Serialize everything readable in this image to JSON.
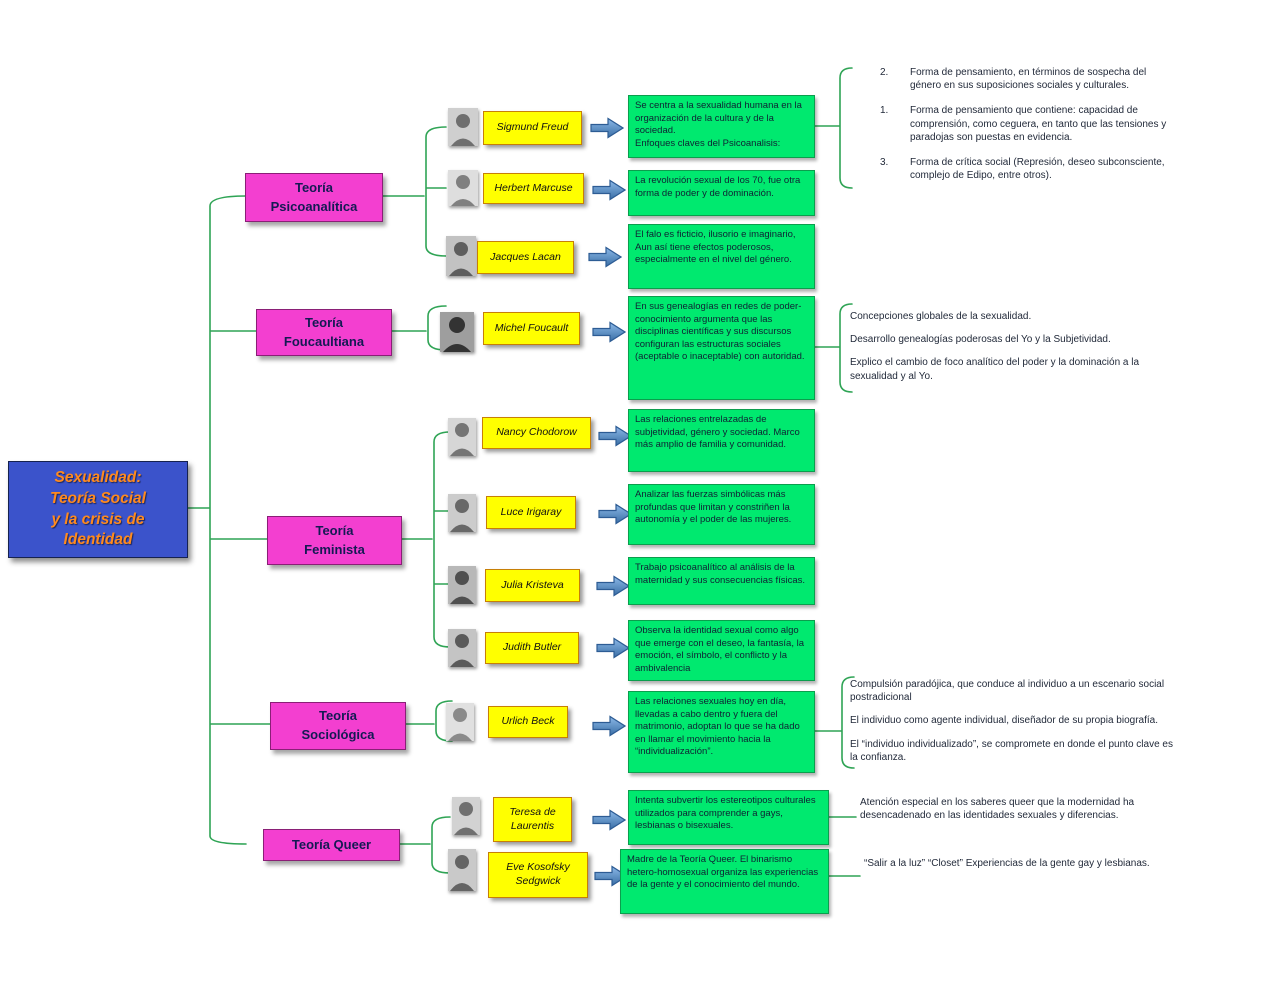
{
  "root": {
    "title": "Sexualidad:\nTeoría Social\ny la crisis de\nIdentidad"
  },
  "theories": {
    "psico": "Teoría\nPsicoanalítica",
    "foucaultiana": "Teoría\nFoucaultiana",
    "feminista": "Teoría\nFeminista",
    "sociologica": "Teoría\nSociológica",
    "queer": "Teoría Queer"
  },
  "people": {
    "freud": {
      "name": "Sigmund Freud",
      "desc": "Se centra a la sexualidad humana en la organización de la cultura y de la sociedad.\nEnfoques claves del Psicoanalisis:"
    },
    "marcuse": {
      "name": "Herbert Marcuse",
      "desc": "La revolución sexual de los 70, fue otra forma de poder y de dominación."
    },
    "lacan": {
      "name": "Jacques Lacan",
      "desc": "El falo es ficticio, ilusorio e imaginario, Aun así tiene efectos poderosos, especialmente en el nivel del género."
    },
    "foucault": {
      "name": "Michel Foucault",
      "desc": "En sus genealogías en redes de poder-conocimiento argumenta que las disciplinas científicas y sus discursos configuran las estructuras sociales (aceptable o inaceptable) con autoridad."
    },
    "chodorow": {
      "name": "Nancy Chodorow",
      "desc": "Las relaciones entrelazadas de subjetividad, género y sociedad. Marco más amplio de familia y comunidad."
    },
    "irigaray": {
      "name": "Luce Irigaray",
      "desc": "Analizar las fuerzas simbólicas más profundas que limitan y constriñen la autonomía y el poder de las mujeres."
    },
    "kristeva": {
      "name": "Julia Kristeva",
      "desc": "Trabajo psicoanalítico al análisis de la maternidad y sus consecuencias físicas."
    },
    "butler": {
      "name": "Judith Butler",
      "desc": "Observa la identidad sexual como algo que emerge con el deseo, la fantasía, la emoción, el símbolo, el conflicto y la ambivalencia"
    },
    "beck": {
      "name": "Urlich Beck",
      "desc": "Las relaciones sexuales hoy en día, llevadas a cabo dentro y fuera del matrimonio, adoptan lo que se ha dado en llamar el movimiento hacia la “individualización”."
    },
    "laurentis": {
      "name": "Teresa de\nLaurentis",
      "desc": "Intenta subvertir los estereotipos culturales utilizados para comprender a gays, lesbianas o bisexuales."
    },
    "sedgwick": {
      "name": "Eve Kosofsky\nSedgwick",
      "desc": "Madre de la Teoría Queer. El binarismo hetero-homosexual organiza las experiencias de la gente y el conocimiento del mundo."
    }
  },
  "notes": {
    "freud": [
      {
        "num": "2.",
        "text": "Forma de pensamiento, en términos de sospecha del género en sus suposiciones sociales y culturales."
      },
      {
        "num": "1.",
        "text": "Forma de pensamiento que contiene: capacidad de comprensión, como ceguera, en tanto que las tensiones y paradojas son puestas en evidencia."
      },
      {
        "num": "3.",
        "text": "Forma de crítica social (Represión, deseo subconsciente, complejo de Edipo, entre otros)."
      }
    ],
    "foucault": [
      "Concepciones globales de la sexualidad.",
      "Desarrollo genealogías poderosas del Yo y la Subjetividad.",
      "Explico el cambio de foco analítico del poder y la dominación a la sexualidad y al Yo."
    ],
    "beck": [
      "Compulsión paradójica, que conduce al individuo a un escenario social postradicional",
      "El individuo como agente individual, diseñador de su propia biografía.",
      "El “individuo individualizado”, se compromete en donde el punto clave es la confianza."
    ],
    "laurentis": "Atención especial en los saberes queer que la modernidad ha desencadenado en las identidades sexuales y diferencias.",
    "sedgwick": "“Salir a la luz” “Closet” Experiencias de la gente gay y lesbianas."
  },
  "colors": {
    "root_bg": "#3b53cb",
    "root_text": "#ff8a1e",
    "theory_bg": "#f33fd0",
    "name_bg": "#ffff00",
    "desc_bg": "#00e96f",
    "arrow_blue": "#4f86c9",
    "connector_green": "#2fa455"
  }
}
